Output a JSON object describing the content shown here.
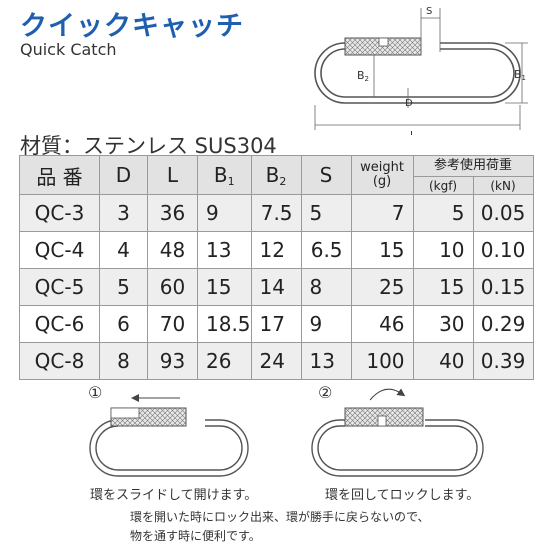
{
  "title_jp": "クイックキャッチ",
  "title_en": "Quick Catch",
  "material": "材質：ステンレス SUS304",
  "diagram": {
    "s": "S",
    "b1": "B",
    "b1_sub": "1",
    "b2": "B",
    "b2_sub": "2",
    "d": "D",
    "l": "L"
  },
  "table": {
    "col_hinban": "品 番",
    "col_d": "D",
    "col_l": "L",
    "col_b1": "B",
    "col_b1_sub": "1",
    "col_b2": "B",
    "col_b2_sub": "2",
    "col_s": "S",
    "col_weight": "weight",
    "col_weight_unit": "(g)",
    "col_load": "参考使用荷重",
    "col_kgf": "(kgf)",
    "col_kn": "(kN)",
    "rows": [
      {
        "code": "QC-3",
        "d": "3",
        "l": "36",
        "b1": "9",
        "b2": "7.5",
        "s": "5",
        "weight": "7",
        "kgf": "5",
        "kn": "0.05"
      },
      {
        "code": "QC-4",
        "d": "4",
        "l": "48",
        "b1": "13",
        "b2": "12",
        "s": "6.5",
        "weight": "15",
        "kgf": "10",
        "kn": "0.10"
      },
      {
        "code": "QC-5",
        "d": "5",
        "l": "60",
        "b1": "15",
        "b2": "14",
        "s": "8",
        "weight": "25",
        "kgf": "15",
        "kn": "0.15"
      },
      {
        "code": "QC-6",
        "d": "6",
        "l": "70",
        "b1": "18.5",
        "b2": "17",
        "s": "9",
        "weight": "46",
        "kgf": "30",
        "kn": "0.29"
      },
      {
        "code": "QC-8",
        "d": "8",
        "l": "93",
        "b1": "26",
        "b2": "24",
        "s": "13",
        "weight": "100",
        "kgf": "40",
        "kn": "0.39"
      }
    ]
  },
  "step1": {
    "number": "①",
    "caption": "環をスライドして開けます。"
  },
  "step2": {
    "number": "②",
    "caption": "環を回してロックします。"
  },
  "note_line1": "環を開いた時にロック出来、環が勝手に戻らないので、",
  "note_line2": "物を通す時に便利です。"
}
